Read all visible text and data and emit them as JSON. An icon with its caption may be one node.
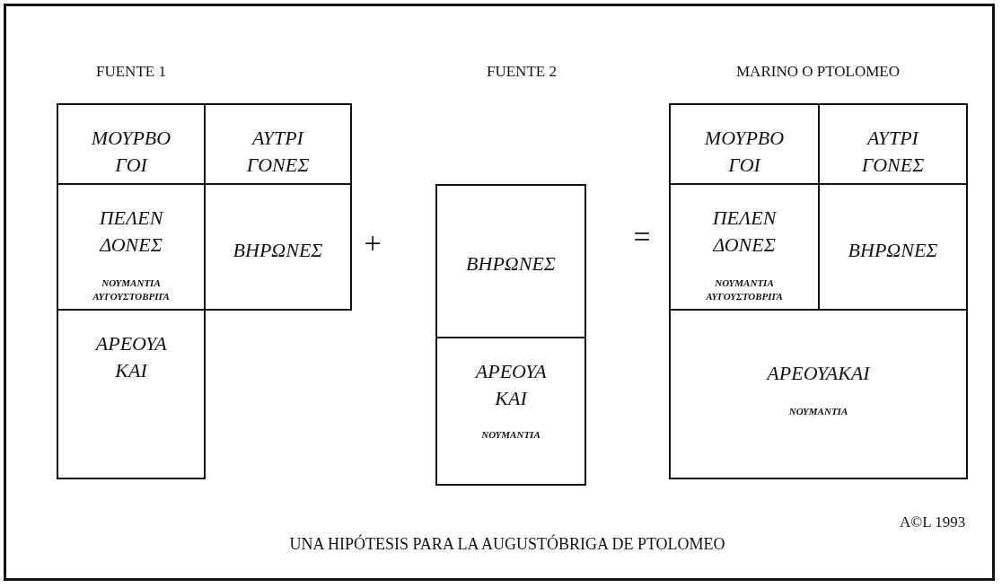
{
  "diagram": {
    "caption": "UNA HIPÓTESIS PARA LA AUGUSTÓBRIGA DE PTOLOMEO",
    "nodes": [
      {
        "text": [
          "ΜΟΥΡΒΟ ΓΟΙ"
        ]
      },
      {
        "text": [
          "ΑΥΤΡΙ ΓΟΝΕΣ"
        ]
      },
      {
        "text": [
          "ΠΕΛΕΝ ΔΟΝΕΣ",
          "ΝΟΥΜΑΝΤΙΑ ΑΥΓΟΥΣΤΟΒΡΙΓΑ"
        ]
      },
      {
        "text": [
          "ΒΗΡΩΝΕΣ"
        ]
      },
      {
        "text": [
          "ΑΡΕΟΥΑ ΚΑΙ"
        ]
      },
      {
        "text": [
          "ΒΗΡΩΝΕΣ"
        ]
      },
      {
        "text": [
          "ΑΡΕΟΥΑ ΚΑΙ",
          "ΝΟΥΜΑΝΤΙΑ"
        ]
      },
      {
        "text": [
          "ΜΟΥΡΒΟ ΓΟΙ"
        ]
      },
      {
        "text": [
          "ΑΥΤΡΙ ΓΟΝΕΣ"
        ]
      },
      {
        "text": [
          "ΠΕΛΕΝ ΔΟΝΕΣ",
          "ΝΟΥΜΑΝΤΙΑ ΑΥΓΟΥΣΤΟΒΡΙΓΑ"
        ]
      },
      {
        "text": [
          "ΒΗΡΩΝΕΣ"
        ]
      },
      {
        "text": [
          "ΑΡΕΟΥΑΚΑΙ",
          "ΝΟΥΜΑΝΤΙΑ"
        ]
      }
    ],
    "edges": [],
    "labels": [
      "FUENTE 1",
      "FUENTE 2",
      "MARINO O PTOLOMEO",
      "+",
      "=",
      "A©L 1993"
    ]
  }
}
